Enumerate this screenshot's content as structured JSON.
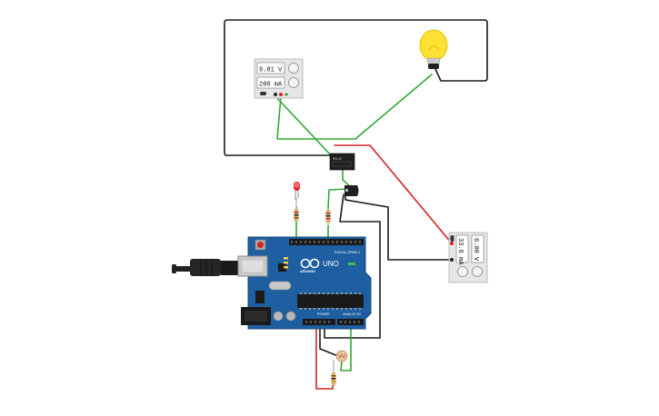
{
  "circuit": {
    "power_supply": {
      "voltage_display": "9.81 V",
      "current_display": "200 mA"
    },
    "multimeter": {
      "current_display": "33.6 mA",
      "voltage_display": "6.00 V"
    },
    "arduino": {
      "logo_text": "ARDUINO",
      "model_text": "UNO",
      "digital_label": "DIGITAL (PWM~)",
      "power_label": "POWER",
      "analog_label": "ANALOG IN"
    },
    "relay": {
      "label": "RELAY"
    }
  },
  "colors": {
    "wire_black": "#1a1a1a",
    "wire_red": "#d42020",
    "wire_green": "#33a833",
    "board_blue": "#1d5fa0",
    "bulb_yellow": "#ffe033",
    "led_red": "#e02020"
  }
}
